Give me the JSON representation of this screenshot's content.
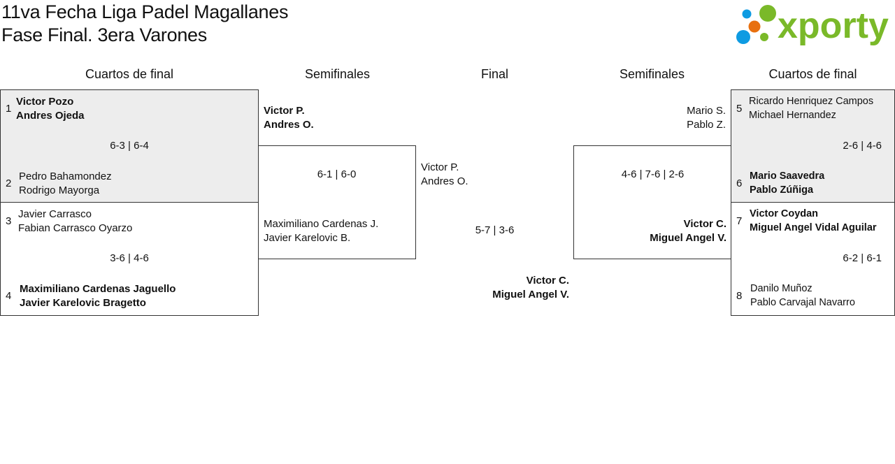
{
  "header": {
    "title_line1": "11va Fecha Liga Padel Magallanes",
    "title_line2": "Fase Final. 3era Varones",
    "logo_text": "xporty"
  },
  "colors": {
    "logo_green": "#7ab929",
    "logo_blue": "#0e9be2",
    "logo_orange": "#e8700f",
    "winner_bg": "#ededed"
  },
  "rounds": {
    "left_quarters": "Cuartos de final",
    "left_semis": "Semifinales",
    "final": "Final",
    "right_semis": "Semifinales",
    "right_quarters": "Cuartos de final"
  },
  "quarters": [
    {
      "seed_a": "1",
      "team_a": [
        "Victor Pozo",
        "Andres Ojeda"
      ],
      "score": "6-3 | 6-4",
      "seed_b": "2",
      "team_b": [
        "Pedro Bahamondez",
        "Rodrigo Mayorga"
      ]
    },
    {
      "seed_a": "3",
      "team_a": [
        "Javier Carrasco",
        "Fabian Carrasco Oyarzo"
      ],
      "score": "3-6 | 4-6",
      "seed_b": "4",
      "team_b": [
        "Maximiliano Cardenas Jaguello",
        "Javier Karelovic Bragetto"
      ]
    },
    {
      "seed_a": "5",
      "team_a": [
        "Ricardo Henriquez Campos",
        "Michael Hernandez"
      ],
      "score": "2-6 | 4-6",
      "seed_b": "6",
      "team_b": [
        "Mario Saavedra",
        "Pablo Zúñiga"
      ]
    },
    {
      "seed_a": "7",
      "team_a": [
        "Victor Coydan",
        "Miguel Angel Vidal Aguilar"
      ],
      "score": "6-2 | 6-1",
      "seed_b": "8",
      "team_b": [
        "Danilo Muñoz",
        "Pablo Carvajal Navarro"
      ]
    }
  ],
  "semis": [
    {
      "team_a": [
        "Victor P.",
        "Andres O."
      ],
      "score": "6-1 | 6-0",
      "team_b": [
        "Maximiliano Cardenas J.",
        "Javier Karelovic B."
      ]
    },
    {
      "team_a": [
        "Mario S.",
        "Pablo Z."
      ],
      "score": "4-6 | 7-6 | 2-6",
      "team_b": [
        "Victor C.",
        "Miguel Angel V."
      ]
    }
  ],
  "final": {
    "team_a": [
      "Victor P.",
      "Andres O."
    ],
    "score": "5-7 | 3-6",
    "team_b": [
      "Victor C.",
      "Miguel Angel V."
    ]
  }
}
